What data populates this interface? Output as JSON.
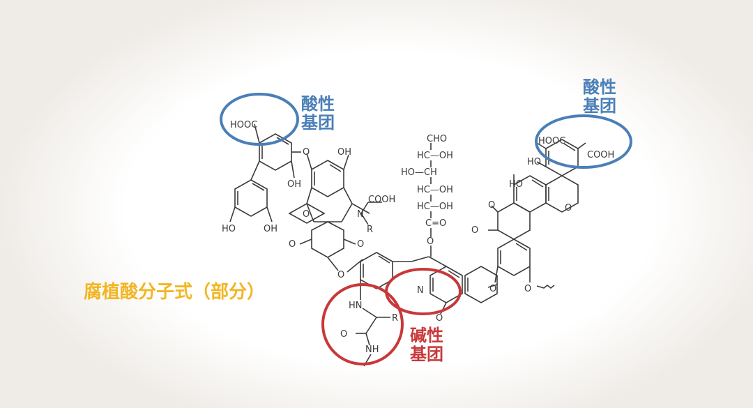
{
  "title": "腐植酸分子式（部分）",
  "labels": {
    "acid_left_1": "酸性",
    "acid_left_2": "基团",
    "acid_right_1": "酸性",
    "acid_right_2": "基团",
    "base_1": "碱性",
    "base_2": "基团"
  },
  "atoms": {
    "hooc_left": "HOOC",
    "o_link1": "O",
    "oh_top1": "OH",
    "oh_mid": "OH",
    "ho_bottom1": "HO",
    "oh_bottom2": "OH",
    "cooh_mid": "COOH",
    "n_mid": "N",
    "r_mid": "R",
    "o_q1": "O",
    "o_q2": "O",
    "o_link2": "O",
    "o_ring": "O",
    "hn": "HN",
    "r_low": "R",
    "o_low": "O",
    "nh": "NH",
    "n_pyr": "N",
    "o_low2": "O",
    "cho": "CHO",
    "hcoh1": "HC—OH",
    "hoch": "HO—CH",
    "hcoh2": "HC—OH",
    "hcoh3": "HC—OH",
    "c_eq_o": "C=O",
    "o_sugar": "O",
    "hooc_right": "HOOC",
    "cooh_right": "COOH",
    "ho_right": "HO",
    "oh_right": "HO",
    "o_fur": "O",
    "o_k1": "O",
    "o_k2": "O",
    "o_link3": "O",
    "o_me": "O"
  },
  "colors": {
    "acid": "#4a7fb8",
    "base": "#c8383a",
    "title": "#f2b624",
    "ink": "#3a3a3a"
  }
}
